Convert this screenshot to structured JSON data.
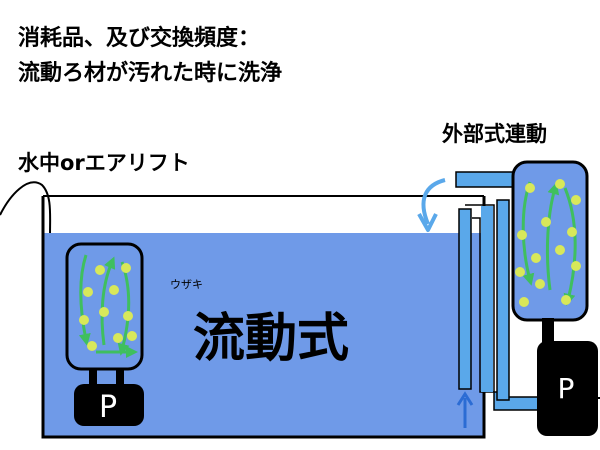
{
  "header": {
    "line1": "消耗品、及び交換頻度：",
    "line2": "流動ろ材が汚れた時に洗浄"
  },
  "labels": {
    "left_system": "水中orエアリフト",
    "right_system": "外部式連動",
    "main_label": "流動式",
    "main_label_ruby": "ウザキ",
    "pump_left": "P",
    "pump_right": "P"
  },
  "colors": {
    "water": "#6f9ae8",
    "pipe": "#5aa8ea",
    "filter": "#6f9ae8",
    "media": "#d8e85a",
    "flow_arrow": "#3fbf5f",
    "outline": "#000000",
    "pump": "#000000"
  }
}
